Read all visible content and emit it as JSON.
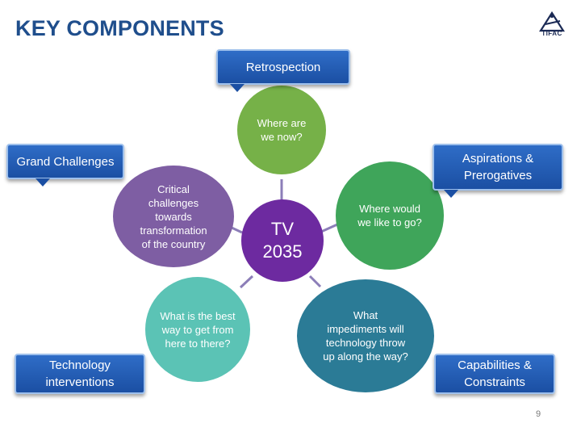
{
  "slide": {
    "title": "KEY COMPONENTS",
    "logo_text": "TIFAC",
    "page_number": "9"
  },
  "labels": {
    "retrospection": "Retrospection",
    "grand_challenges": "Grand Challenges",
    "aspirations": "Aspirations &\nPrerogatives",
    "technology": "Technology\ninterventions",
    "capabilities": "Capabilities &\nConstraints"
  },
  "circles": {
    "center": "TV\n2035",
    "top": "Where are\nwe now?",
    "left": "Critical\nchallenges\ntowards\ntransformation\nof the country",
    "right": "Where would\nwe like to go?",
    "bottom_left": "What is the best\nway to get from\nhere to there?",
    "bottom_right": "What\nimpediments will\ntechnology throw\nup along the way?"
  },
  "colors": {
    "title": "#1f4e8c",
    "label_box": "#1b4fa3",
    "center": "#6d2aa0",
    "top": "#76b148",
    "left": "#7e5ea3",
    "right": "#3fa55a",
    "bottom_left": "#5bc3b5",
    "bottom_right": "#2b7b96",
    "connector": "#8c7eb8"
  }
}
